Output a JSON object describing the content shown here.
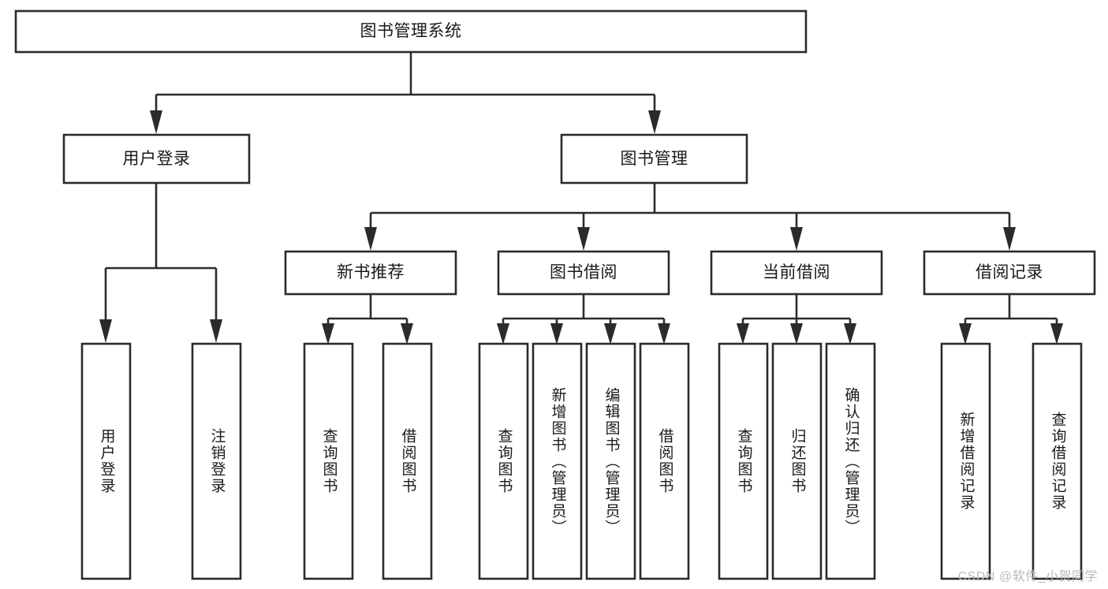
{
  "diagram": {
    "title": "图书管理系统",
    "type": "hierarchy-tree",
    "watermark": "CSDN @软件_小贺同学",
    "colors": {
      "stroke": "#2b2b2b",
      "fill": "#ffffff",
      "text": "#1a1a1a",
      "watermark": "#b9b9b9"
    },
    "nodes": {
      "root": {
        "label": "图书管理系统",
        "level": 1,
        "orientation": "horizontal"
      },
      "l2": [
        {
          "id": "user-login",
          "label": "用户登录",
          "level": 2,
          "orientation": "horizontal"
        },
        {
          "id": "book-manage",
          "label": "图书管理",
          "level": 2,
          "orientation": "horizontal"
        }
      ],
      "l3": [
        {
          "id": "new-book-recommend",
          "label": "新书推荐",
          "level": 3,
          "orientation": "horizontal"
        },
        {
          "id": "book-borrow",
          "label": "图书借阅",
          "level": 3,
          "orientation": "horizontal"
        },
        {
          "id": "current-borrow",
          "label": "当前借阅",
          "level": 3,
          "orientation": "horizontal"
        },
        {
          "id": "borrow-record",
          "label": "借阅记录",
          "level": 3,
          "orientation": "horizontal"
        }
      ],
      "leaves": [
        {
          "id": "leaf-user-login",
          "label": "用户登录",
          "parent": "user-login",
          "orientation": "vertical"
        },
        {
          "id": "leaf-user-logout",
          "label": "注销登录",
          "parent": "user-login",
          "orientation": "vertical"
        },
        {
          "id": "leaf-query-book-1",
          "label": "查询图书",
          "parent": "new-book-recommend",
          "orientation": "vertical"
        },
        {
          "id": "leaf-borrow-book-1",
          "label": "借阅图书",
          "parent": "new-book-recommend",
          "orientation": "vertical"
        },
        {
          "id": "leaf-query-book-2",
          "label": "查询图书",
          "parent": "book-borrow",
          "orientation": "vertical"
        },
        {
          "id": "leaf-add-book",
          "label": "新增图书（管理员）",
          "parent": "book-borrow",
          "orientation": "vertical"
        },
        {
          "id": "leaf-edit-book",
          "label": "编辑图书（管理员）",
          "parent": "book-borrow",
          "orientation": "vertical"
        },
        {
          "id": "leaf-borrow-book-2",
          "label": "借阅图书",
          "parent": "book-borrow",
          "orientation": "vertical"
        },
        {
          "id": "leaf-query-book-3",
          "label": "查询图书",
          "parent": "current-borrow",
          "orientation": "vertical"
        },
        {
          "id": "leaf-return-book",
          "label": "归还图书",
          "parent": "current-borrow",
          "orientation": "vertical"
        },
        {
          "id": "leaf-confirm-return",
          "label": "确认归还（管理员）",
          "parent": "current-borrow",
          "orientation": "vertical"
        },
        {
          "id": "leaf-add-record",
          "label": "新增借阅记录",
          "parent": "borrow-record",
          "orientation": "vertical"
        },
        {
          "id": "leaf-query-record",
          "label": "查询借阅记录",
          "parent": "borrow-record",
          "orientation": "vertical"
        }
      ]
    }
  }
}
